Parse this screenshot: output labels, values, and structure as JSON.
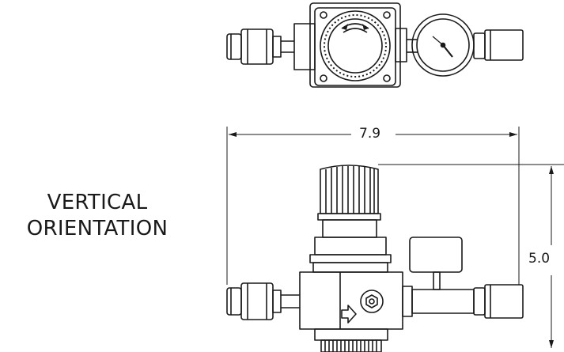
{
  "title_lines": [
    "VERTICAL",
    "ORIENTATION"
  ],
  "dimensions": {
    "width": "7.9",
    "height": "5.0"
  },
  "colors": {
    "line": "#1a1a1a",
    "background": "#ffffff"
  },
  "icons": [
    "pressure-gauge-icon",
    "flow-arrow-icon",
    "adjustment-knob-icon"
  ]
}
